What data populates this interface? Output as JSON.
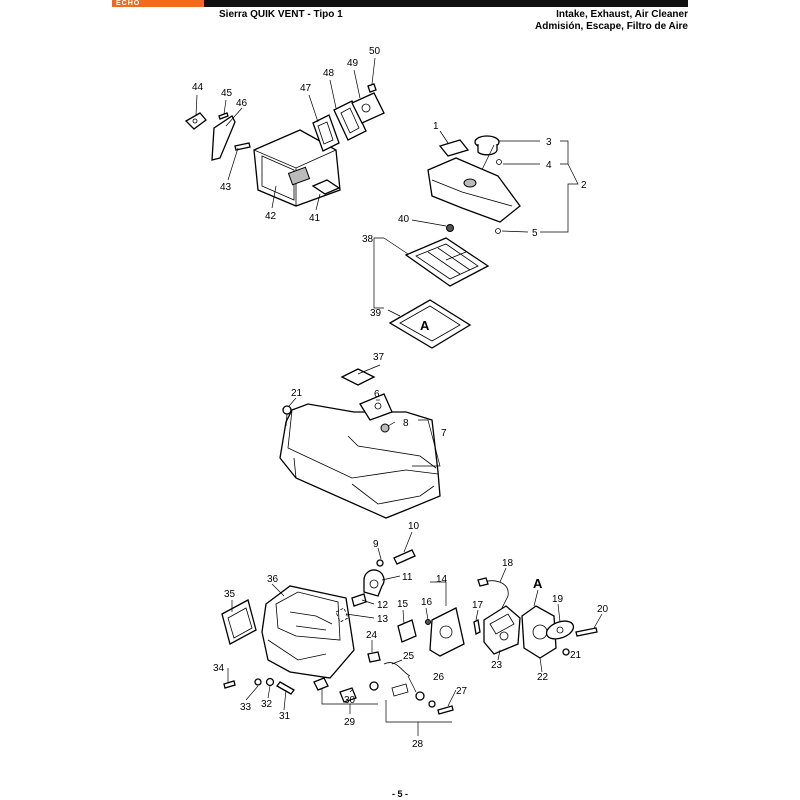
{
  "header": {
    "brand": "ECHO",
    "left_title": "Sierra QUIK VENT - Tipo 1",
    "right_line1": "Intake, Exhaust, Air Cleaner",
    "right_line2": "Admisión, Escape, Filtro de Aire"
  },
  "colors": {
    "brand": "#f26b1d",
    "bar": "#111111"
  },
  "callouts": {
    "c1": "1",
    "c2": "2",
    "c3": "3",
    "c4": "4",
    "c5": "5",
    "c6": "6",
    "c7": "7",
    "c8": "8",
    "c9": "9",
    "c10": "10",
    "c11": "11",
    "c12": "12",
    "c13": "13",
    "c14": "14",
    "c15": "15",
    "c16": "16",
    "c17": "17",
    "c18": "18",
    "c19": "19",
    "c20": "20",
    "c21a": "21",
    "c21b": "21",
    "c22": "22",
    "c23": "23",
    "c24": "24",
    "c25": "25",
    "c26": "26",
    "c27": "27",
    "c28": "28",
    "c29": "29",
    "c30": "30",
    "c31": "31",
    "c32": "32",
    "c33": "33",
    "c34": "34",
    "c35": "35",
    "c36": "36",
    "c37": "37",
    "c38": "38",
    "c39": "39",
    "c40": "40",
    "c41": "41",
    "c42": "42",
    "c43": "43",
    "c44": "44",
    "c45": "45",
    "c46": "46",
    "c47": "47",
    "c48": "48",
    "c49": "49",
    "c50": "50",
    "refA1": "A",
    "refA2": "A"
  },
  "footer": {
    "page": "- 5 -"
  }
}
